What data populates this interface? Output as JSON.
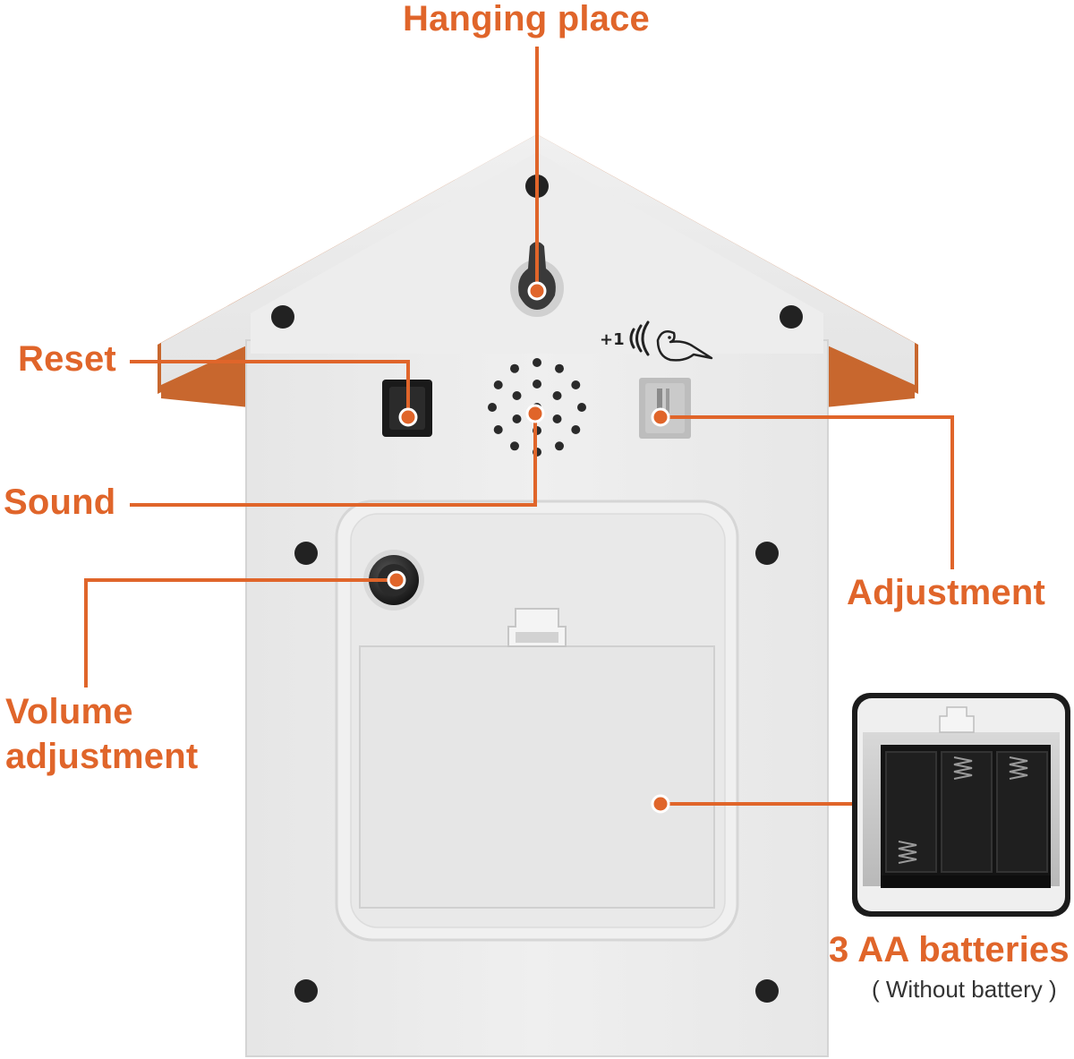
{
  "theme": {
    "accent": "#E0652A",
    "housing": "#EDEDED",
    "roof_edge": "#C8672E",
    "hole": "#222222",
    "note_text": "#333333"
  },
  "callouts": {
    "hanging_place": "Hanging place",
    "reset": "Reset",
    "sound": "Sound",
    "adjustment": "Adjustment",
    "volume_line1": "Volume",
    "volume_line2": "adjustment",
    "batteries": "3 AA batteries",
    "batteries_note": "( Without battery )"
  },
  "device": {
    "bird_badge": "+1",
    "icons": [
      "keyhole-icon",
      "speaker-grille-icon",
      "bird-chime-icon",
      "battery-holder-icon"
    ]
  }
}
